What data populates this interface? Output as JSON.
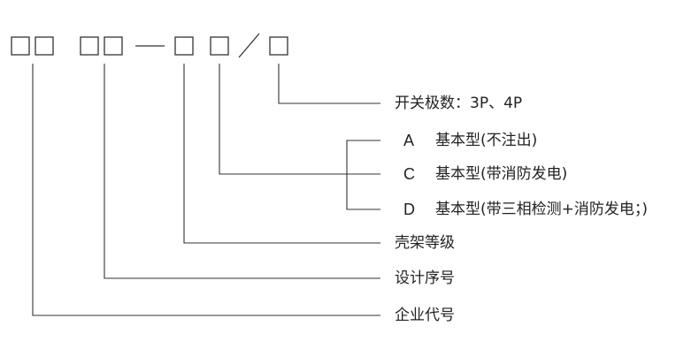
{
  "colors": {
    "line": "#333333",
    "text": "#222222",
    "background": "#ffffff"
  },
  "code": {
    "dash": "—",
    "slash": "/"
  },
  "labels": {
    "poles": "开关极数：3P、4P",
    "frame": "壳架等级",
    "design": "设计序号",
    "company": "企业代号"
  },
  "options": [
    {
      "letter": "A",
      "text": "基本型(不注出)"
    },
    {
      "letter": "C",
      "text": "基本型(带消防发电)"
    },
    {
      "letter": "D",
      "text": "基本型(带三相检测+消防发电；)"
    }
  ]
}
